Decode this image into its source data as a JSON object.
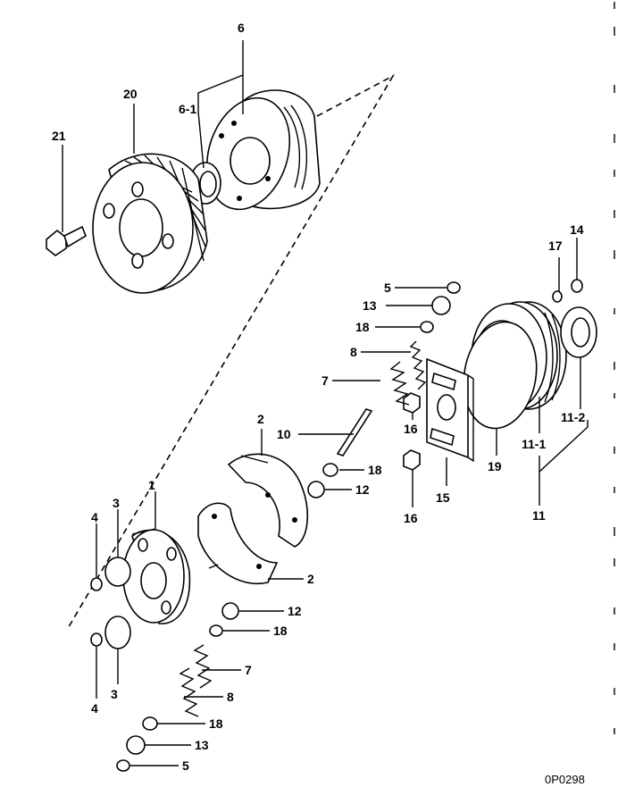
{
  "drawing_code": "0P0298",
  "labels": {
    "l6": "6",
    "l6_1": "6-1",
    "l20": "20",
    "l21": "21",
    "l5a": "5",
    "l13a": "13",
    "l18a": "18",
    "l8a": "8",
    "l7a": "7",
    "l10": "10",
    "l18b": "18",
    "l12a": "12",
    "l2a": "2",
    "l16a": "16",
    "l16b": "16",
    "l15": "15",
    "l19": "19",
    "l17": "17",
    "l14": "14",
    "l11_2": "11-2",
    "l11_1": "11-1",
    "l11": "11",
    "l1": "1",
    "l3a": "3",
    "l4a": "4",
    "l2b": "2",
    "l12b": "12",
    "l18c": "18",
    "l3b": "3",
    "l4b": "4",
    "l7b": "7",
    "l8b": "8",
    "l18d": "18",
    "l13b": "13",
    "l5b": "5"
  }
}
